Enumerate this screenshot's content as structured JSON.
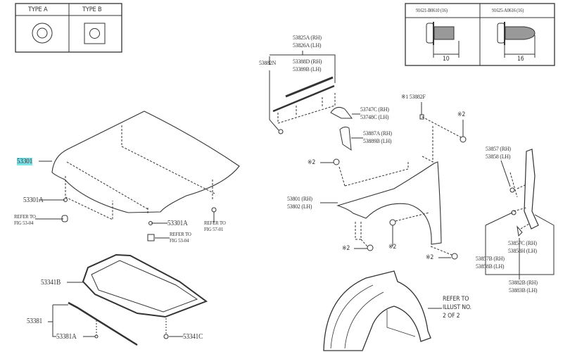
{
  "colors": {
    "highlight": "#7fe3ea",
    "line": "#333333"
  },
  "type_table": {
    "mark": "※1",
    "type_a": "TYPE A",
    "type_b": "TYPE B"
  },
  "bolt_table": {
    "mark": "※2",
    "bolt1": "91621-B0610 (16)",
    "bolt2": "91625-A0616 (16)",
    "dim1": "10",
    "dim2": "16"
  },
  "hood": {
    "part": "53301",
    "cushion_left": "53301A",
    "cushion_right": "53301A",
    "refer_left": [
      "REFER TO",
      "FIG 53-04"
    ],
    "refer_mid": [
      "REFER TO",
      "FIG 53-04"
    ],
    "refer_right": [
      "REFER TO",
      "FIG 57-01"
    ]
  },
  "insulator": {
    "part": "53341B",
    "clip": "53341C",
    "seal": "53381",
    "seal_clip": "53381A"
  },
  "cowl": {
    "seal_rh": "53825A (RH)",
    "seal_lh": "53826A (LH)",
    "rubber_rh": "53388D (RH)",
    "rubber_lh": "53389B (LH)",
    "clip": "53882N",
    "bracket_rh": "53747C (RH)",
    "bracket_lh": "53748C (LH)",
    "pad_rh": "53887A (RH)",
    "pad_lh": "53889B (LH)"
  },
  "fender": {
    "nut": "※1 53882F",
    "bolt_mark": "※2",
    "part_rh": "53801 (RH)",
    "part_lh": "53802 (LH)"
  },
  "liner": {
    "bracket_rh": "53857 (RH)",
    "bracket_lh": "53858 (LH)",
    "seal_c_rh": "53857C (RH)",
    "seal_c_lh": "53858H (LH)",
    "seal_b_rh": "53857B (RH)",
    "seal_b_lh": "53858B (LH)",
    "set_rh": "53882B (RH)",
    "set_lh": "53883B (LH)",
    "refer": [
      "REFER TO",
      "ILLUST NO.",
      "2 OF 2"
    ]
  }
}
